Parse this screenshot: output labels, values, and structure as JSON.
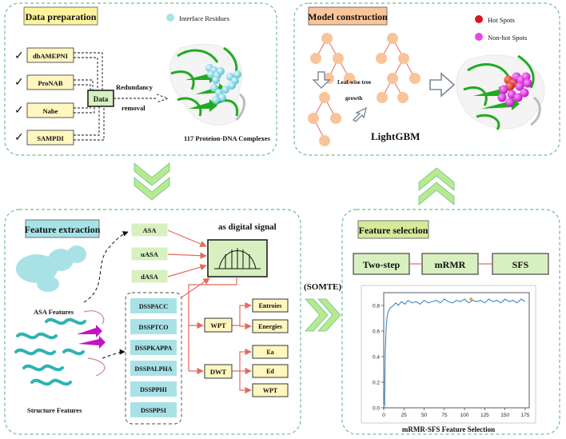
{
  "data_prep": {
    "title": "Data preparation",
    "legend": "Interface Residues",
    "sources": [
      "dbAMEPNI",
      "ProNAB",
      "Nabe",
      "SAMPDI"
    ],
    "hub": "Data",
    "redundancy_1": "Redundancy",
    "redundancy_2": "removal",
    "caption": "117  Proteion-DNA Complexes"
  },
  "model": {
    "title": "Model construction",
    "legend_hot": "Hot Spots",
    "legend_nonhot": "Non-hot Spots",
    "leafwise_1": "Leaf-wise tree",
    "leafwise_2": "growth",
    "algorithm": "LightGBM"
  },
  "feature_extraction": {
    "title": "Feature extraction",
    "asa_caption": "ASA Features",
    "structure_caption": "Structure Features",
    "asa_items": [
      "ASA",
      "uASA",
      "dASA"
    ],
    "structure_items": [
      "DSSPACC",
      "DSSPTCO",
      "DSSPKAPPA",
      "DSSPALPHA",
      "DSSPPHI",
      "DSSPPSI"
    ],
    "signal_label": "as digital signal",
    "wpt": "WPT",
    "wpt_outputs": [
      "Entroies",
      "Energies"
    ],
    "dwt": "DWT",
    "dwt_outputs": [
      "Ea",
      "Ed",
      "WPT"
    ]
  },
  "somte": "(SOMTE)",
  "feature_selection": {
    "title": "Feature selection",
    "pipeline": [
      "Two-step",
      "mRMR",
      "SFS"
    ],
    "chart_caption": "mRMR-SFS Feature Selection"
  },
  "colors": {
    "panel_border": "#6dbf8f",
    "title_yellow": "#fff59d",
    "title_orange": "#fbc59a",
    "title_teal": "#a6e3e6",
    "title_green": "#d6ea9a",
    "light_green_box": "#d8f0c0",
    "teal_box": "#a9e2e6",
    "yellow_box": "#fff6c0",
    "node_orange": "#f9c49a",
    "edge_red": "#e46b5c",
    "chevron_green": "#b7ea8e",
    "line_blue": "#2f7cc1"
  },
  "chart_data": {
    "type": "line",
    "title": "",
    "xlabel": "",
    "ylabel": "",
    "xlim": [
      0,
      180
    ],
    "ylim": [
      0,
      0.9
    ],
    "xticks": [
      0,
      25,
      50,
      75,
      100,
      125,
      150,
      175
    ],
    "yticks": [
      0.0,
      0.2,
      0.4,
      0.6,
      0.8
    ],
    "x": [
      1,
      2,
      3,
      4,
      5,
      6,
      8,
      10,
      12,
      15,
      18,
      22,
      26,
      30,
      35,
      40,
      45,
      50,
      55,
      60,
      65,
      70,
      75,
      80,
      85,
      90,
      95,
      100,
      105,
      110,
      115,
      120,
      125,
      130,
      135,
      140,
      145,
      150,
      155,
      160,
      165,
      170,
      175
    ],
    "y": [
      0.02,
      0.45,
      0.62,
      0.7,
      0.74,
      0.76,
      0.78,
      0.79,
      0.8,
      0.82,
      0.8,
      0.83,
      0.81,
      0.84,
      0.82,
      0.83,
      0.81,
      0.84,
      0.82,
      0.83,
      0.84,
      0.82,
      0.85,
      0.83,
      0.82,
      0.84,
      0.83,
      0.85,
      0.82,
      0.84,
      0.83,
      0.84,
      0.82,
      0.85,
      0.83,
      0.84,
      0.82,
      0.85,
      0.83,
      0.84,
      0.82,
      0.85,
      0.83
    ],
    "highlight": {
      "x": 108,
      "y": 0.85
    }
  }
}
